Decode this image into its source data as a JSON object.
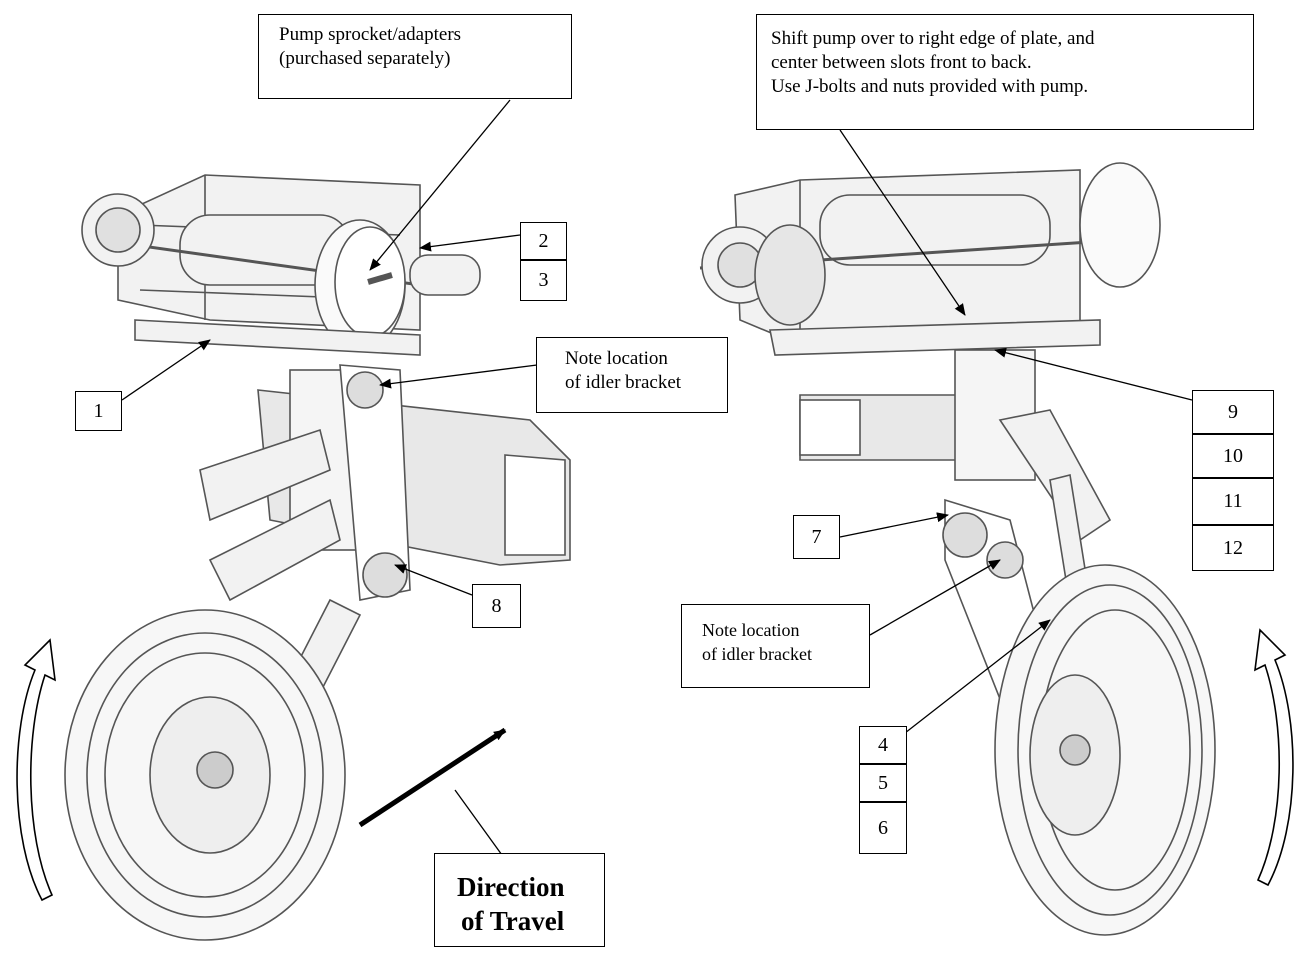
{
  "callouts": {
    "pump_sprocket": [
      "Pump sprocket/adapters",
      "(purchased separately)"
    ],
    "shift_pump": [
      "Shift pump over to right edge of plate, and",
      "center between slots front to back.",
      "Use J-bolts and nuts provided with pump."
    ],
    "idler_left": [
      "Note location",
      "of idler bracket"
    ],
    "idler_right": [
      "Note location",
      "of idler bracket"
    ],
    "direction": [
      "Direction",
      "of Travel"
    ]
  },
  "part_numbers": {
    "p1": "1",
    "p2": "2",
    "p3": "3",
    "p4": "4",
    "p5": "5",
    "p6": "6",
    "p7": "7",
    "p8": "8",
    "p9": "9",
    "p10": "10",
    "p11": "11",
    "p12": "12"
  },
  "colors": {
    "ink": "#000000",
    "line_art": "#555555",
    "fill": "#f2f2f2",
    "paper": "#ffffff"
  }
}
